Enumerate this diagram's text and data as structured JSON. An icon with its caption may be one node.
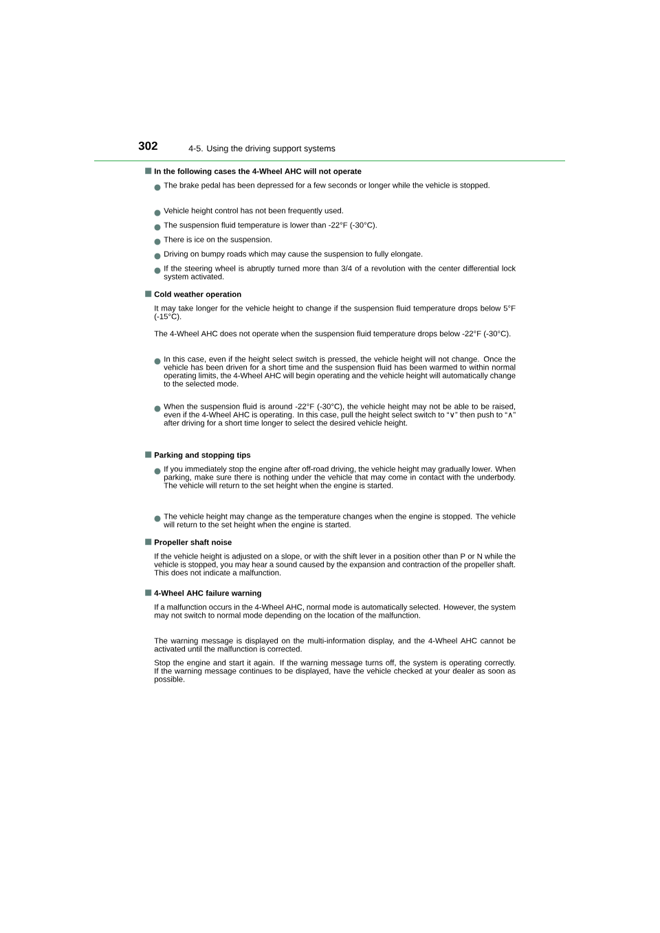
{
  "diagram": {
    "labels": [
      "302",
      "4-5. Using the driving support systems",
      "In the following cases the 4-Wheel AHC will not operate",
      "The brake pedal has been depressed for a few seconds or longer while the vehicle is stopped.",
      "Vehicle height control has not been frequently used.",
      "The suspension fluid temperature is lower than -22°F (-30°C).",
      "There is ice on the suspension.",
      "Driving on bumpy roads which may cause the suspension to fully elongate.",
      "If the steering wheel is abruptly turned more than 3/4 of a revolution with the center differential lock system activated.",
      "Cold weather operation",
      "It may take longer for the vehicle height to change if the suspension fluid temperature drops below 5°F (-15°C).",
      "The 4-Wheel AHC does not operate when the suspension fluid temperature drops below -22°F (-30°C).",
      "In this case, even if the height select switch is pressed, the vehicle height will not change. Once the vehicle has been driven for a short time and the suspension fluid has been warmed to within normal operating limits, the 4-Wheel AHC will begin operating and the vehicle height will automatically change to the selected mode.",
      "When the suspension fluid is around -22°F (-30°C), the vehicle height may not be able to be raised, even if the 4-Wheel AHC is operating. In this case, pull the height select switch to “∨” then push to “∧” after driving for a short time longer to select the desired vehicle height.",
      "Parking and stopping tips",
      "If you immediately stop the engine after off-road driving, the vehicle height may gradually lower. When parking, make sure there is nothing under the vehicle that may come in contact with the underbody. The vehicle will return to the set height when the engine is started.",
      "The vehicle height may change as the temperature changes when the engine is stopped. The vehicle will return to the set height when the engine is started.",
      "Propeller shaft noise",
      "If the vehicle height is adjusted on a slope, or with the shift lever in a position other than P or N while the vehicle is stopped, you may hear a sound caused by the expansion and contraction of the propeller shaft. This does not indicate a malfunction.",
      "4-Wheel AHC failure warning",
      "If a malfunction occurs in the 4-Wheel AHC, normal mode is automatically selected. However, the system may not switch to normal mode depending on the location of the malfunction.",
      "The warning message is displayed on the multi-information display, and the 4-Wheel AHC cannot be activated until the malfunction is corrected.",
      "Stop the engine and start it again. If the warning message turns off, the system is operating correctly. If the warning message continues to be displayed, have the vehicle checked at your dealer as soon as possible."
    ]
  }
}
